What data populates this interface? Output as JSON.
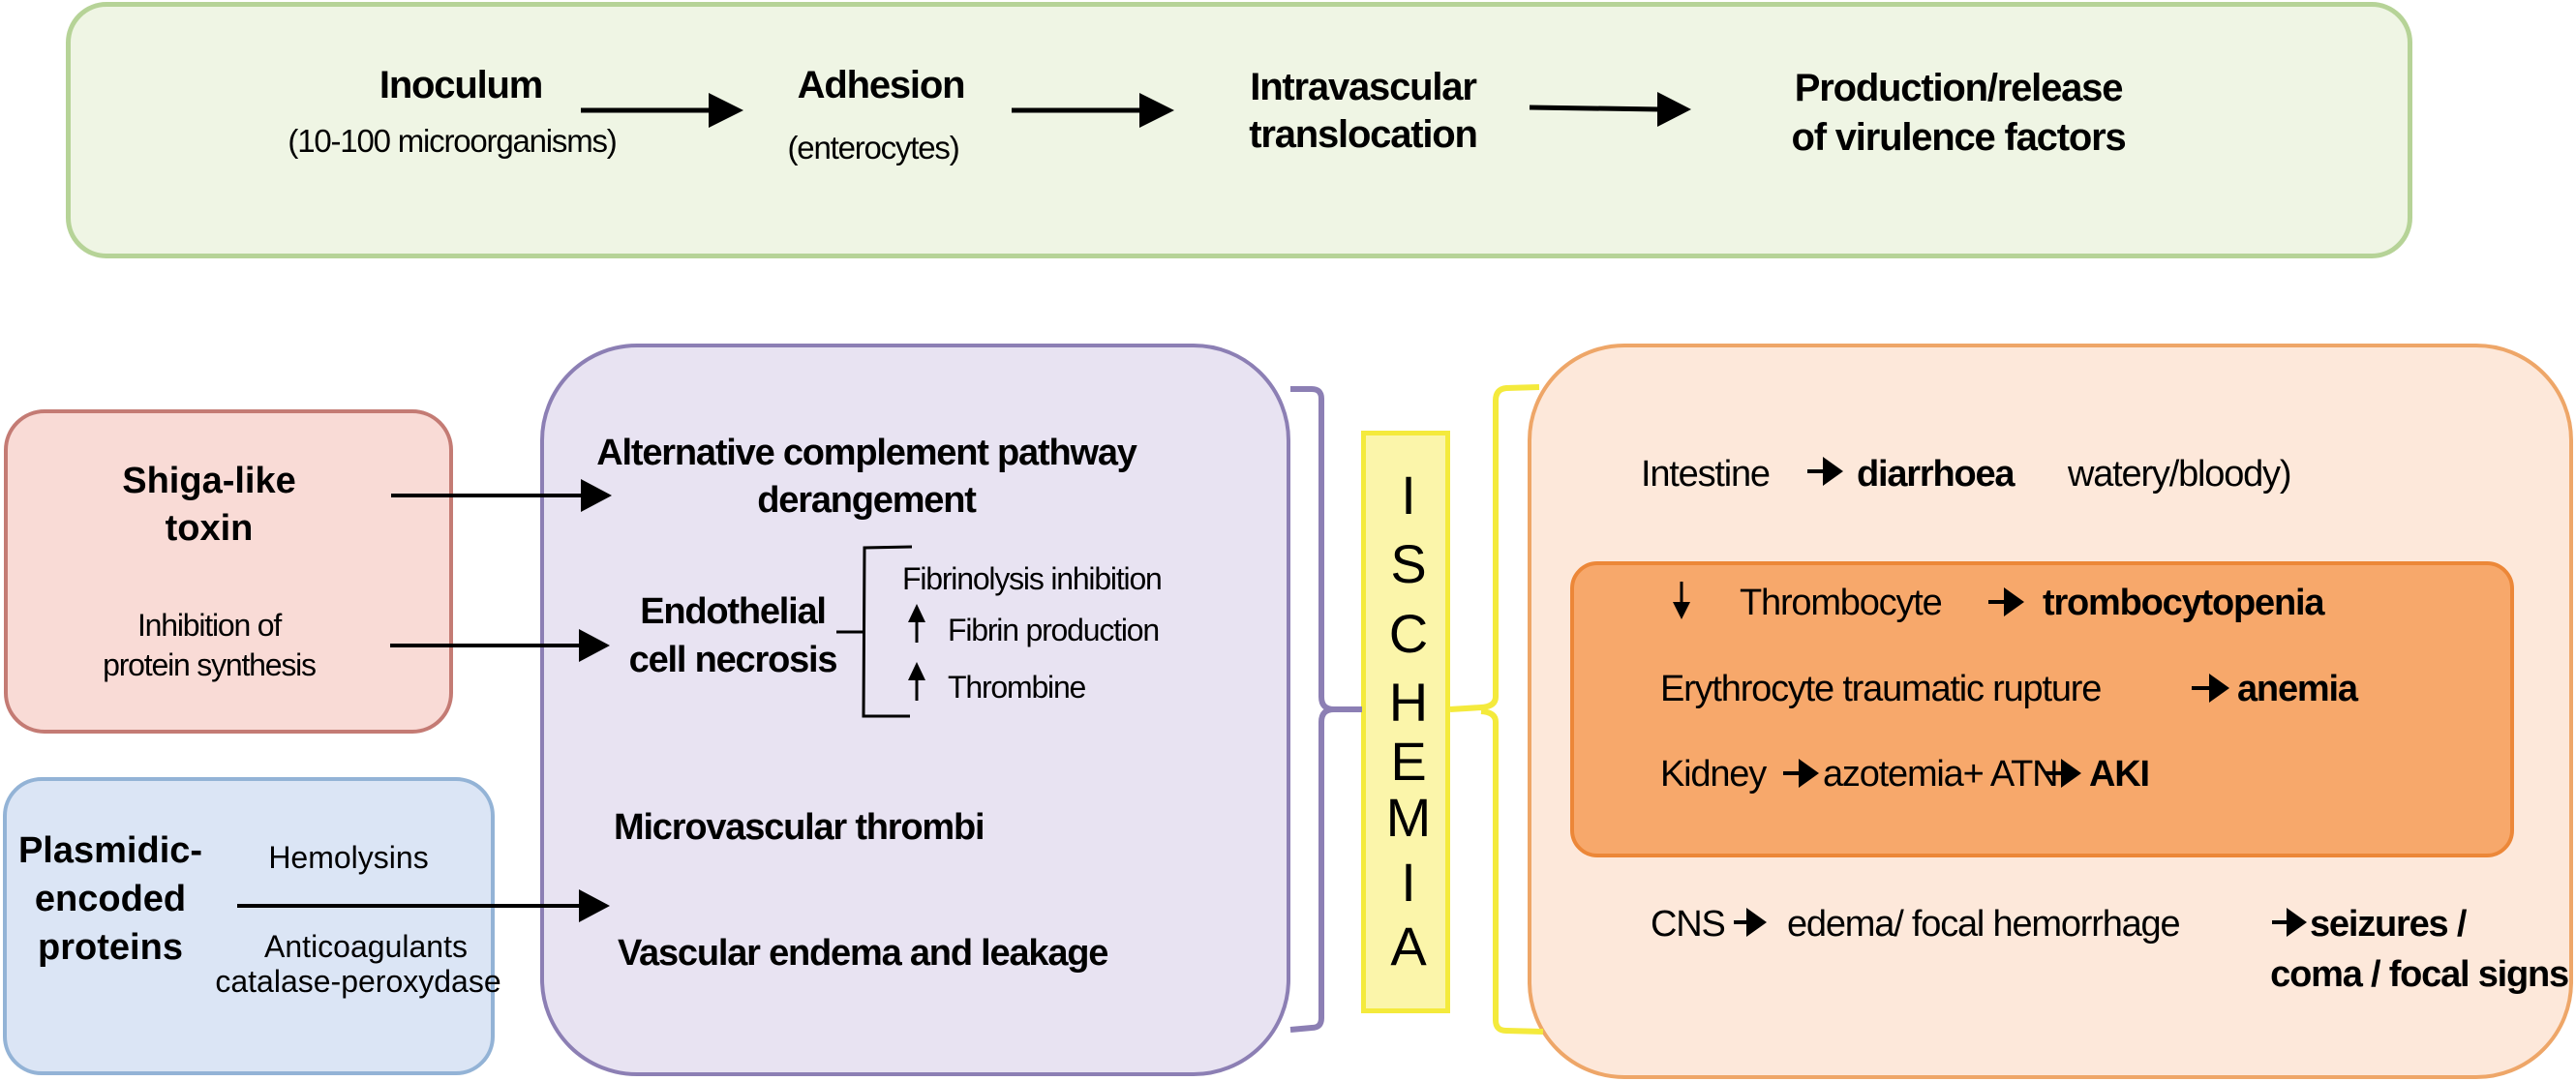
{
  "top_flow": {
    "steps": [
      {
        "title": "Inoculum",
        "subtitle": "(10-100 microorganisms)"
      },
      {
        "title": "Adhesion",
        "subtitle": "(enterocytes)"
      },
      {
        "title_line1": "Intravascular",
        "title_line2": "translocation"
      },
      {
        "title_line1": "Production/release",
        "title_line2": "of virulence factors"
      }
    ]
  },
  "shiga_box": {
    "title_line1": "Shiga-like",
    "title_line2": "toxin",
    "effect_line1": "Inhibition of",
    "effect_line2": "protein synthesis"
  },
  "plasmid_box": {
    "title_line1": "Plasmidic-",
    "title_line2": "encoded",
    "title_line3": "proteins",
    "item1": "Hemolysins",
    "item2": "Anticoagulants",
    "item3": "catalase-peroxydase"
  },
  "mechanisms_box": {
    "complement_line1": "Alternative complement pathway",
    "complement_line2": "derangement",
    "endothelial_line1": "Endothelial",
    "endothelial_line2": "cell necrosis",
    "sub_effects": [
      {
        "icon": "none",
        "label": "Fibrinolysis inhibition"
      },
      {
        "icon": "arrow-up",
        "label": "Fibrin production"
      },
      {
        "icon": "arrow-up",
        "label": "Thrombine"
      }
    ],
    "thrombi": "Microvascular thrombi",
    "leakage": "Vascular endema and leakage"
  },
  "ischemia": {
    "letters": [
      "I",
      "S",
      "C",
      "H",
      "E",
      "M",
      "I",
      "A"
    ]
  },
  "consequences_box": {
    "intestine": {
      "organ": "Intestine",
      "result": "diarrhoea",
      "detail": "watery/bloody)"
    },
    "hematologic": [
      {
        "prefix_icon": "arrow-down",
        "cause": "Thrombocyte",
        "result": "trombocytopenia"
      },
      {
        "cause": "Erythrocyte traumatic rupture",
        "result": "anemia"
      },
      {
        "cause": "Kidney",
        "middle": "azotemia+ ATN",
        "result": "AKI"
      }
    ],
    "cns": {
      "organ": "CNS",
      "middle": "edema/ focal hemorrhage",
      "result_line1": "seizures /",
      "result_line2": "coma / focal signs"
    }
  },
  "colors": {
    "top_fill": "#eff5e4",
    "top_border": "#b6d397",
    "shiga_fill": "#f9dbd6",
    "shiga_border": "#c47b74",
    "plasmid_fill": "#dbe5f5",
    "plasmid_border": "#93b3d6",
    "mech_fill": "#e8e3f2",
    "mech_border": "#8c7fb4",
    "ischemia_fill": "#fbf5aa",
    "ischemia_border": "#f4ea3c",
    "cons_fill": "#fde8da",
    "cons_border": "#eea668",
    "hema_fill": "#f7a86b",
    "hema_border": "#ec8738"
  }
}
